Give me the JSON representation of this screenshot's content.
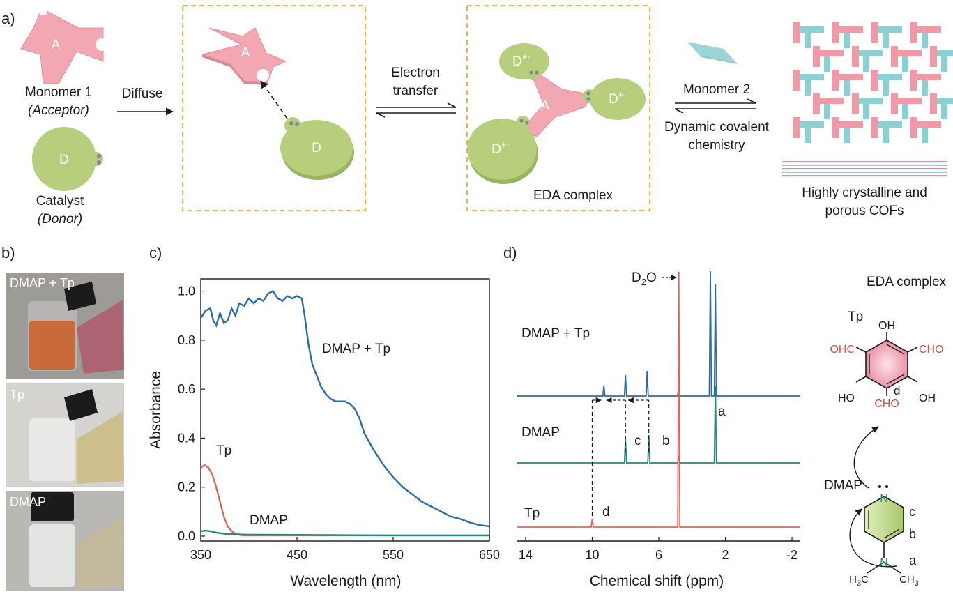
{
  "panel_labels": {
    "a": "a)",
    "b": "b)",
    "c": "c)",
    "d": "d)"
  },
  "panel_a": {
    "monomer1_label": "A",
    "monomer1_name": "Monomer 1",
    "monomer1_role": "(Acceptor)",
    "catalyst_label": "D",
    "catalyst_name": "Catalyst",
    "catalyst_role": "(Donor)",
    "step1": "Diffuse",
    "box1_acceptor": "A",
    "box1_donor": "D",
    "step2_line1": "Electron",
    "step2_line2": "transfer",
    "complex_core": "A",
    "complex_core_charge": "-·",
    "complex_donor": "D",
    "complex_donor_charge": "+·",
    "complex_label": "EDA complex",
    "step3_top": "Monomer 2",
    "step3_line1": "Dynamic covalent",
    "step3_line2": "chemistry",
    "cof_line1": "Highly crystalline and",
    "cof_line2": "porous COFs",
    "colors": {
      "acceptor": "#f2a7b2",
      "donor": "#b7cf7d",
      "monomer2": "#9ed3d8",
      "box": "#f5b13b",
      "cof_pink": "#f09aa8",
      "cof_teal": "#8ecfd4"
    }
  },
  "panel_b": {
    "photos": [
      {
        "label": "DMAP + Tp",
        "liquid": "#c86a3a"
      },
      {
        "label": "Tp",
        "liquid": "#e8e8e6"
      },
      {
        "label": "DMAP",
        "liquid": "#e2e4e2"
      }
    ]
  },
  "chart_data": [
    {
      "type": "line",
      "xlabel": "Wavelength (nm)",
      "ylabel": "Absorbance",
      "xlim": [
        350,
        650
      ],
      "ylim": [
        -0.02,
        1.05
      ],
      "xticks": [
        350,
        450,
        550,
        650
      ],
      "yticks": [
        0.0,
        0.2,
        0.4,
        0.6,
        0.8,
        1.0
      ],
      "series": [
        {
          "name": "DMAP + Tp",
          "color": "#2b6aa8",
          "x": [
            350,
            355,
            360,
            363,
            366,
            370,
            374,
            378,
            382,
            386,
            390,
            395,
            400,
            405,
            410,
            415,
            420,
            425,
            430,
            435,
            440,
            445,
            450,
            455,
            458,
            462,
            466,
            470,
            475,
            480,
            485,
            490,
            495,
            500,
            505,
            510,
            515,
            520,
            530,
            540,
            550,
            560,
            570,
            580,
            590,
            600,
            610,
            620,
            630,
            640,
            650
          ],
          "y": [
            0.89,
            0.92,
            0.93,
            0.88,
            0.86,
            0.91,
            0.87,
            0.88,
            0.93,
            0.9,
            0.95,
            0.94,
            0.97,
            0.95,
            0.97,
            0.96,
            0.99,
            1.0,
            0.97,
            0.96,
            0.98,
            0.97,
            0.98,
            0.97,
            0.9,
            0.78,
            0.7,
            0.66,
            0.61,
            0.58,
            0.56,
            0.55,
            0.55,
            0.55,
            0.54,
            0.52,
            0.48,
            0.42,
            0.35,
            0.29,
            0.24,
            0.2,
            0.17,
            0.14,
            0.12,
            0.1,
            0.08,
            0.07,
            0.055,
            0.045,
            0.04
          ]
        },
        {
          "name": "Tp",
          "color": "#d9685c",
          "x": [
            350,
            354,
            358,
            362,
            366,
            370,
            374,
            378,
            382,
            386,
            390,
            395,
            400,
            450,
            500,
            550,
            600,
            650
          ],
          "y": [
            0.28,
            0.29,
            0.28,
            0.25,
            0.2,
            0.14,
            0.08,
            0.04,
            0.02,
            0.01,
            0.005,
            0.003,
            0.003,
            0.003,
            0.003,
            0.003,
            0.003,
            0.003
          ]
        },
        {
          "name": "DMAP",
          "color": "#1f8a80",
          "x": [
            350,
            355,
            360,
            365,
            370,
            375,
            380,
            400,
            450,
            500,
            550,
            600,
            650
          ],
          "y": [
            0.02,
            0.022,
            0.02,
            0.015,
            0.012,
            0.01,
            0.008,
            0.006,
            0.005,
            0.004,
            0.003,
            0.003,
            0.003
          ]
        }
      ],
      "annotations": [
        "DMAP + Tp",
        "Tp",
        "DMAP"
      ]
    },
    {
      "type": "line",
      "xlabel": "Chemical shift (ppm)",
      "xlim": [
        14.5,
        -2.5
      ],
      "xticks": [
        14,
        10,
        6,
        2,
        -2
      ],
      "xticklabels": [
        "14",
        "10",
        "6",
        "2",
        "-2"
      ],
      "series": [
        {
          "name": "DMAP + Tp",
          "color": "#2b6aa8",
          "peaks": [
            9.3,
            8.0,
            6.7,
            4.8,
            2.9,
            2.6
          ]
        },
        {
          "name": "DMAP",
          "color": "#1f8a80",
          "peaks": [
            8.0,
            6.6,
            4.8,
            2.6
          ]
        },
        {
          "name": "Tp",
          "color": "#d9685c",
          "peaks": [
            10.0,
            4.8
          ]
        }
      ],
      "annotations": {
        "solvent": "D2O",
        "a": "a",
        "b": "b",
        "c": "c",
        "d": "d"
      }
    }
  ],
  "panel_d_structure": {
    "title": "EDA complex",
    "tp_label": "Tp",
    "oh_top": "OH",
    "cho_left": "OHC",
    "cho_right": "CHO",
    "ho_left": "HO",
    "oh_right": "OH",
    "cho_bottom": "CHO",
    "d_label": "d",
    "dmap_label": "DMAP",
    "n_ring": "N",
    "c_label": "c",
    "b_label": "b",
    "a_label": "a",
    "n_amine": "N",
    "me_left": "H3C",
    "me_right": "CH3",
    "colors": {
      "tp_ring": "#f0a5b5",
      "dmap_ring": "#c7dd8f",
      "cho": "#d14f46",
      "n": "#1f8a80"
    }
  }
}
